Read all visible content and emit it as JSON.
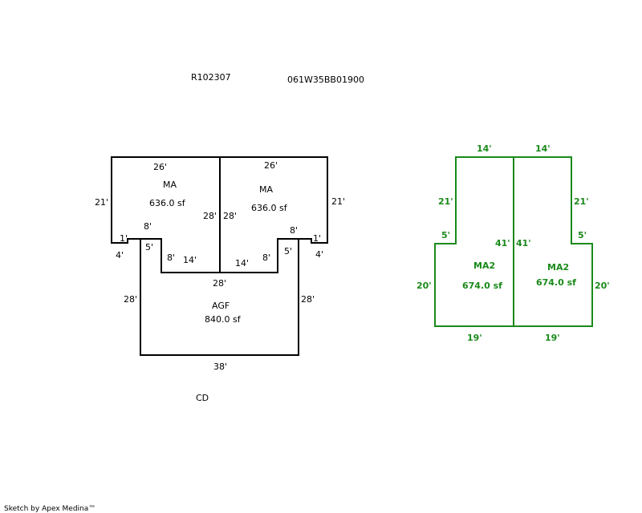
{
  "header": {
    "parcel_id": "R102307",
    "map_tax_lot": "061W35BB01900"
  },
  "colors": {
    "main_ink": "#000000",
    "upper_floor_ink": "#1a8a1a"
  },
  "ground_floor": {
    "left_ma": {
      "name": "MA",
      "area": "636.0 sf",
      "dim_top": "26'",
      "dim_left": "21'",
      "dim_right": "28'",
      "dim_notch_side": "1'",
      "dim_notch_bottom": "4'",
      "dim_inner_upper": "8'",
      "dim_inner_lower": "8'",
      "dim_step": "5'",
      "dim_bottom": "14'"
    },
    "right_ma": {
      "name": "MA",
      "area": "636.0 sf",
      "dim_top": "26'",
      "dim_right": "21'",
      "dim_left": "28'",
      "dim_notch_side": "1'",
      "dim_notch_bottom": "4'",
      "dim_inner_upper": "8'",
      "dim_inner_lower": "8'",
      "dim_step": "5'",
      "dim_bottom": "14'"
    },
    "agf": {
      "name": "AGF",
      "area": "840.0 sf",
      "dim_top": "28'",
      "dim_left": "28'",
      "dim_right": "28'",
      "dim_bottom": "38'"
    },
    "footer_label": "CD"
  },
  "upper_floor": {
    "left_ma2": {
      "name": "MA2",
      "area": "674.0 sf",
      "dim_top": "14'",
      "dim_upper_side": "21'",
      "dim_step": "5'",
      "dim_center": "41'",
      "dim_lower_side": "20'",
      "dim_bottom": "19'"
    },
    "right_ma2": {
      "name": "MA2",
      "area": "674.0 sf",
      "dim_top": "14'",
      "dim_upper_side": "21'",
      "dim_step": "5'",
      "dim_center": "41'",
      "dim_lower_side": "20'",
      "dim_bottom": "19'"
    }
  },
  "credit": "Sketch by Apex Medina™"
}
